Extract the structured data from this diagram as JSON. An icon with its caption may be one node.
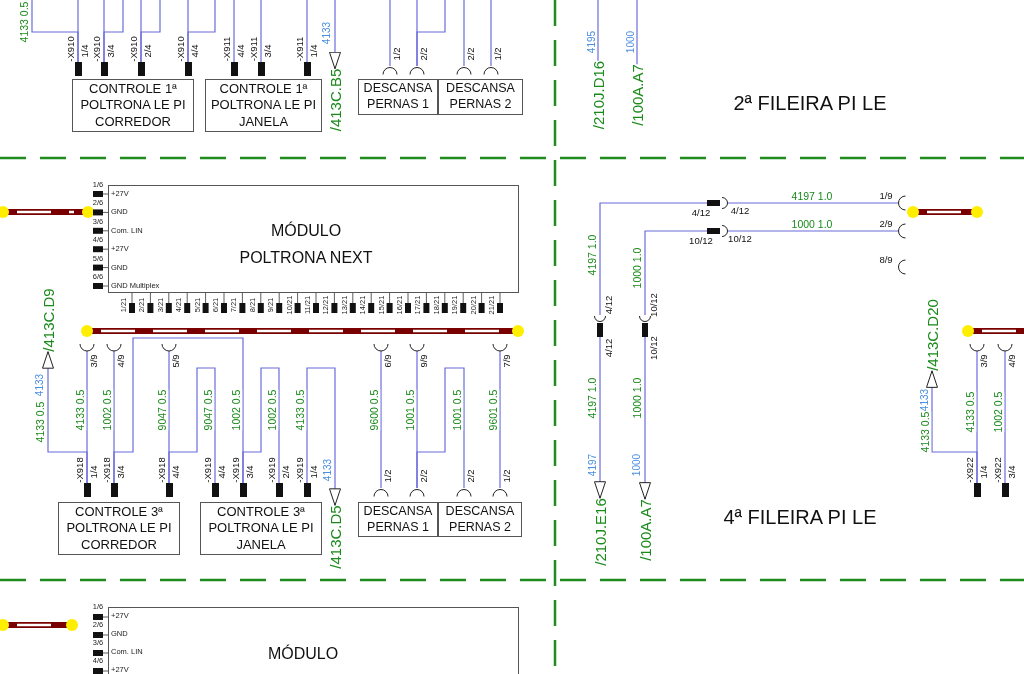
{
  "diagram": {
    "nodes": [
      {
        "text": [
          "CONTROLE 1ª POLTRONA LE PI CORREDOR"
        ]
      },
      {
        "text": [
          "CONTROLE 1ª POLTRONA LE PI JANELA"
        ]
      },
      {
        "text": [
          "DESCANSA PERNAS 1"
        ]
      },
      {
        "text": [
          "DESCANSA PERNAS 2"
        ]
      },
      {
        "text": [],
        "shape": "bar",
        "beside": [
          "-X910",
          "1/4"
        ]
      },
      {
        "text": [],
        "shape": "bar",
        "beside": [
          "-X910",
          "3/4"
        ]
      },
      {
        "text": [],
        "shape": "bar",
        "beside": [
          "-X910",
          "2/4"
        ]
      },
      {
        "text": [],
        "shape": "bar",
        "beside": [
          "-X910",
          "4/4"
        ]
      },
      {
        "text": [],
        "shape": "bar",
        "beside": [
          "-X911",
          "4/4"
        ]
      },
      {
        "text": [],
        "shape": "bar",
        "beside": [
          "-X911",
          "3/4"
        ]
      },
      {
        "text": [],
        "shape": "bar",
        "beside": [
          "-X911",
          "1/4"
        ]
      },
      {
        "text": [
          "/413C.B5"
        ]
      },
      {
        "text": [],
        "shape": "arc",
        "beside": [
          "1/2"
        ]
      },
      {
        "text": [],
        "shape": "arc",
        "beside": [
          "2/2"
        ]
      },
      {
        "text": [],
        "shape": "arc",
        "beside": [
          "2/2"
        ]
      },
      {
        "text": [],
        "shape": "arc",
        "beside": [
          "1/2"
        ]
      },
      {
        "text": [
          "/210J.D16"
        ]
      },
      {
        "text": [
          "/100A.A7"
        ]
      },
      {
        "text": [
          "MÓDULO POLTRONA NEXT",
          "+27V",
          "GND",
          "Com. LIN",
          "+27V",
          "GND",
          "GND Multiplex"
        ],
        "beside": [
          "1/6",
          "2/6",
          "3/6",
          "4/6",
          "5/6",
          "6/6",
          "1/21",
          "2/21",
          "3/21",
          "4/21",
          "5/21",
          "6/21",
          "7/21",
          "8/21",
          "9/21",
          "10/21",
          "11/21",
          "12/21",
          "13/21",
          "14/21",
          "15/21",
          "16/21",
          "17/21",
          "18/21",
          "19/21",
          "20/21",
          "21/21"
        ]
      },
      {
        "text": [],
        "shape": "arc",
        "beside": [
          "3/9"
        ]
      },
      {
        "text": [],
        "shape": "arc",
        "beside": [
          "4/9"
        ]
      },
      {
        "text": [],
        "shape": "arc",
        "beside": [
          "5/9"
        ]
      },
      {
        "text": [],
        "shape": "arc",
        "beside": [
          "6/9"
        ]
      },
      {
        "text": [],
        "shape": "arc",
        "beside": [
          "9/9"
        ]
      },
      {
        "text": [],
        "shape": "arc",
        "beside": [
          "7/9"
        ]
      },
      {
        "text": [
          "/413C.D9"
        ]
      },
      {
        "text": [],
        "shape": "bar",
        "beside": [
          "-X918",
          "1/4"
        ]
      },
      {
        "text": [],
        "shape": "bar",
        "beside": [
          "-X918",
          "3/4"
        ]
      },
      {
        "text": [],
        "shape": "bar",
        "beside": [
          "-X918",
          "4/4"
        ]
      },
      {
        "text": [],
        "shape": "bar",
        "beside": [
          "-X919",
          "4/4"
        ]
      },
      {
        "text": [],
        "shape": "bar",
        "beside": [
          "-X919",
          "3/4"
        ]
      },
      {
        "text": [],
        "shape": "bar",
        "beside": [
          "-X919",
          "2/4"
        ]
      },
      {
        "text": [],
        "shape": "bar",
        "beside": [
          "-X919",
          "1/4"
        ]
      },
      {
        "text": [
          "/413C.D5"
        ]
      },
      {
        "text": [],
        "shape": "arc",
        "beside": [
          "1/2"
        ]
      },
      {
        "text": [],
        "shape": "arc",
        "beside": [
          "2/2"
        ]
      },
      {
        "text": [],
        "shape": "arc",
        "beside": [
          "2/2"
        ]
      },
      {
        "text": [],
        "shape": "arc",
        "beside": [
          "1/2"
        ]
      },
      {
        "text": [
          "CONTROLE 3ª POLTRONA LE PI CORREDOR"
        ]
      },
      {
        "text": [
          "CONTROLE 3ª POLTRONA LE PI JANELA"
        ]
      },
      {
        "text": [
          "DESCANSA PERNAS 1"
        ]
      },
      {
        "text": [
          "DESCANSA PERNAS 2"
        ]
      },
      {
        "text": [],
        "shape": "arc",
        "beside": [
          "1/9"
        ]
      },
      {
        "text": [],
        "shape": "arc",
        "beside": [
          "2/9"
        ]
      },
      {
        "text": [],
        "shape": "arc",
        "beside": [
          "8/9"
        ]
      },
      {
        "text": [],
        "shape": "bar",
        "beside": [
          "4/12",
          "4/12"
        ]
      },
      {
        "text": [],
        "shape": "bar",
        "beside": [
          "10/12",
          "10/12"
        ]
      },
      {
        "text": [],
        "shape": "bar",
        "beside": [
          "4/12",
          "4/12"
        ]
      },
      {
        "text": [],
        "shape": "bar",
        "beside": [
          "10/12",
          "10/12"
        ]
      },
      {
        "text": [
          "/210J.E16"
        ]
      },
      {
        "text": [
          "/100A.A7"
        ]
      },
      {
        "text": [
          "/413C.D20"
        ]
      },
      {
        "text": [],
        "shape": "bar",
        "beside": [
          "-X922",
          "1/4"
        ]
      },
      {
        "text": [],
        "shape": "bar",
        "beside": [
          "-X922",
          "3/4"
        ]
      },
      {
        "text": [],
        "shape": "arc",
        "beside": [
          "3/9"
        ]
      },
      {
        "text": [],
        "shape": "arc",
        "beside": [
          "4/9"
        ]
      },
      {
        "text": [
          "MÓDULO",
          "+27V",
          "GND",
          "Com. LIN",
          "+27V"
        ],
        "beside": [
          "1/6",
          "2/6",
          "3/6",
          "4/6"
        ]
      }
    ],
    "edges": [
      {
        "from": null,
        "to": 4,
        "arrow": "none",
        "label": "4133 0.5"
      },
      {
        "from": null,
        "to": 4,
        "arrow": "none"
      },
      {
        "from": null,
        "to": 5,
        "arrow": "none"
      },
      {
        "from": null,
        "to": 5,
        "arrow": "none"
      },
      {
        "from": null,
        "to": 6,
        "arrow": "none"
      },
      {
        "from": null,
        "to": 6,
        "arrow": "none"
      },
      {
        "from": null,
        "to": 7,
        "arrow": "none"
      },
      {
        "from": null,
        "to": 7,
        "arrow": "none"
      },
      {
        "from": null,
        "to": 8,
        "arrow": "none"
      },
      {
        "from": null,
        "to": 9,
        "arrow": "none"
      },
      {
        "from": null,
        "to": 10,
        "arrow": "none"
      },
      {
        "from": null,
        "to": 11,
        "arrow": "to"
      },
      {
        "from": null,
        "to": 12,
        "arrow": "none"
      },
      {
        "from": null,
        "to": 13,
        "arrow": "none"
      },
      {
        "from": null,
        "to": 13,
        "arrow": "none"
      },
      {
        "from": null,
        "to": 14,
        "arrow": "none"
      },
      {
        "from": null,
        "to": 15,
        "arrow": "none"
      },
      {
        "from": null,
        "to": 16,
        "arrow": "none"
      },
      {
        "from": null,
        "to": 17,
        "arrow": "none"
      },
      {
        "from": 19,
        "to": 26,
        "arrow": "none",
        "label": "4133 0.5"
      },
      {
        "from": 20,
        "to": 27,
        "arrow": "none",
        "label": "1002 0.5"
      },
      {
        "from": 27,
        "to": 30,
        "arrow": "none",
        "label": "1002 0.5"
      },
      {
        "from": 21,
        "to": 28,
        "arrow": "none",
        "label": "9047 0.5"
      },
      {
        "from": 28,
        "to": 29,
        "arrow": "none",
        "label": "9047 0.5"
      },
      {
        "from": 30,
        "to": 31,
        "arrow": "none",
        "label": "1002 0.5"
      },
      {
        "from": 32,
        "to": 33,
        "arrow": "to",
        "label": "4133 0.5"
      },
      {
        "from": 26,
        "to": 25,
        "arrow": "to",
        "label": "4133 0.5"
      },
      {
        "from": 22,
        "to": 34,
        "arrow": "none",
        "label": "9600 0.5"
      },
      {
        "from": 23,
        "to": 35,
        "arrow": "none",
        "label": "1001 0.5"
      },
      {
        "from": 35,
        "to": 36,
        "arrow": "none",
        "label": "1001 0.5"
      },
      {
        "from": 24,
        "to": 37,
        "arrow": "none",
        "label": "9601 0.5"
      },
      {
        "from": 42,
        "to": 45,
        "arrow": "none",
        "label": "4197 1.0"
      },
      {
        "from": 45,
        "to": 47,
        "arrow": "none",
        "label": "4197 1.0"
      },
      {
        "from": 47,
        "to": 49,
        "arrow": "to",
        "label": "4197 1.0"
      },
      {
        "from": 43,
        "to": 46,
        "arrow": "none",
        "label": "1000 1.0"
      },
      {
        "from": 46,
        "to": 48,
        "arrow": "none",
        "label": "1000 1.0"
      },
      {
        "from": 48,
        "to": 50,
        "arrow": "to",
        "label": "1000 1.0"
      },
      {
        "from": 54,
        "to": 52,
        "arrow": "none",
        "label": "4133 0.5"
      },
      {
        "from": 55,
        "to": 53,
        "arrow": "none",
        "label": "1002 0.5"
      },
      {
        "from": 52,
        "to": 51,
        "arrow": "to",
        "label": "4133 0.5"
      }
    ],
    "labels": [
      "4133",
      "4195",
      "1000",
      "2ª FILEIRA PI LE",
      "4133",
      "4133",
      "4133",
      "4197",
      "1000",
      "4ª FILEIRA PI LE"
    ]
  }
}
